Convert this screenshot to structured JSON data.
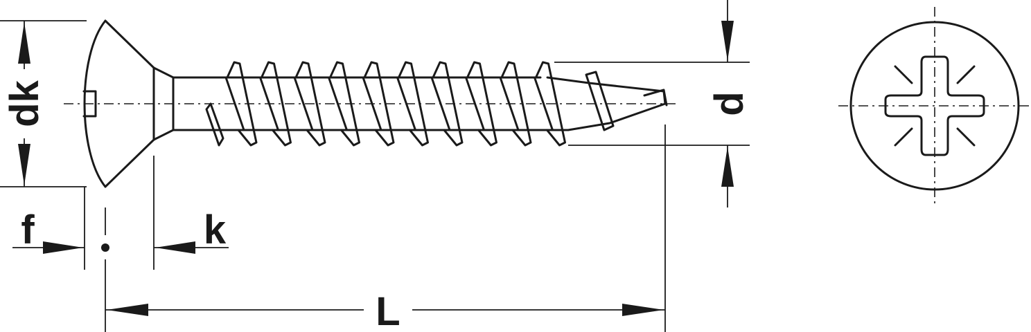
{
  "dimensions": {
    "dk": "dk",
    "d": "d",
    "f": "f",
    "k": "k",
    "L": "L"
  },
  "drive_type": "pozidriv-cross-recess",
  "head_type": "raised-countersunk"
}
